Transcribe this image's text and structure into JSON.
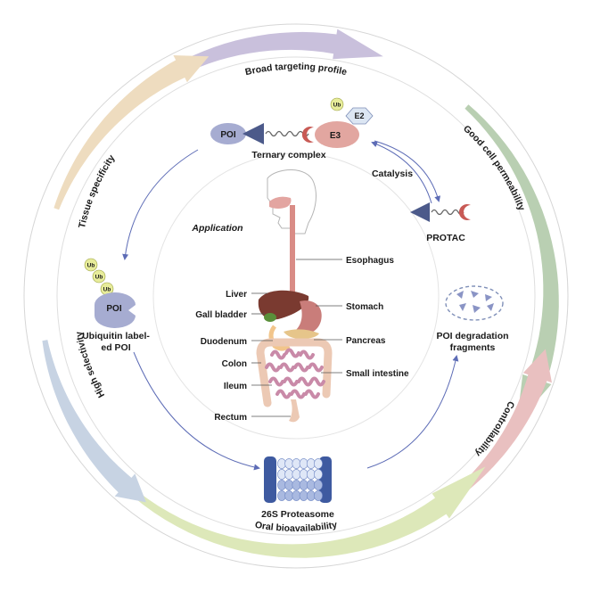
{
  "outer_ring": [
    {
      "label": "Broad targeting profile",
      "color": "#c9c0dc"
    },
    {
      "label": "Good cell permeability",
      "color": "#b9cfb2"
    },
    {
      "label": "Controllability",
      "color": "#e9c0c0"
    },
    {
      "label": "Oral bioavailability",
      "color": "#dde8b9"
    },
    {
      "label": "High selectivity",
      "color": "#c7d3e3"
    },
    {
      "label": "Tissue specificity",
      "color": "#eedcbf"
    }
  ],
  "cycle": {
    "ternary_complex": {
      "label": "Ternary complex",
      "poi": "POI",
      "e3": "E3",
      "e2": "E2",
      "ub": "Ub"
    },
    "catalysis": "Catalysis",
    "protac": "PROTAC",
    "ubiquitin_poi": {
      "label_line1": "Ubiquitin label-",
      "label_line2": "ed POI",
      "poi": "POI",
      "ub": [
        "Ub",
        "Ub",
        "Ub"
      ]
    },
    "proteasome": "26S Proteasome",
    "fragments": {
      "label_line1": "POI degradation",
      "label_line2": "fragments"
    }
  },
  "application": {
    "title": "Application",
    "organs_left": [
      "Liver",
      "Gall bladder",
      "Duodenum",
      "Colon",
      "Ileum",
      "Rectum"
    ],
    "organs_right": [
      "Esophagus",
      "Stomach",
      "Pancreas",
      "Small intestine"
    ]
  },
  "colors": {
    "poi": "#a6acd1",
    "protac_head": "#4c5a8a",
    "e3": "#e2a6a0",
    "e3_dark": "#c85a55",
    "e2": "#dce6f3",
    "ub": "#e7ec9a",
    "arrow": "#5d6cb6"
  }
}
